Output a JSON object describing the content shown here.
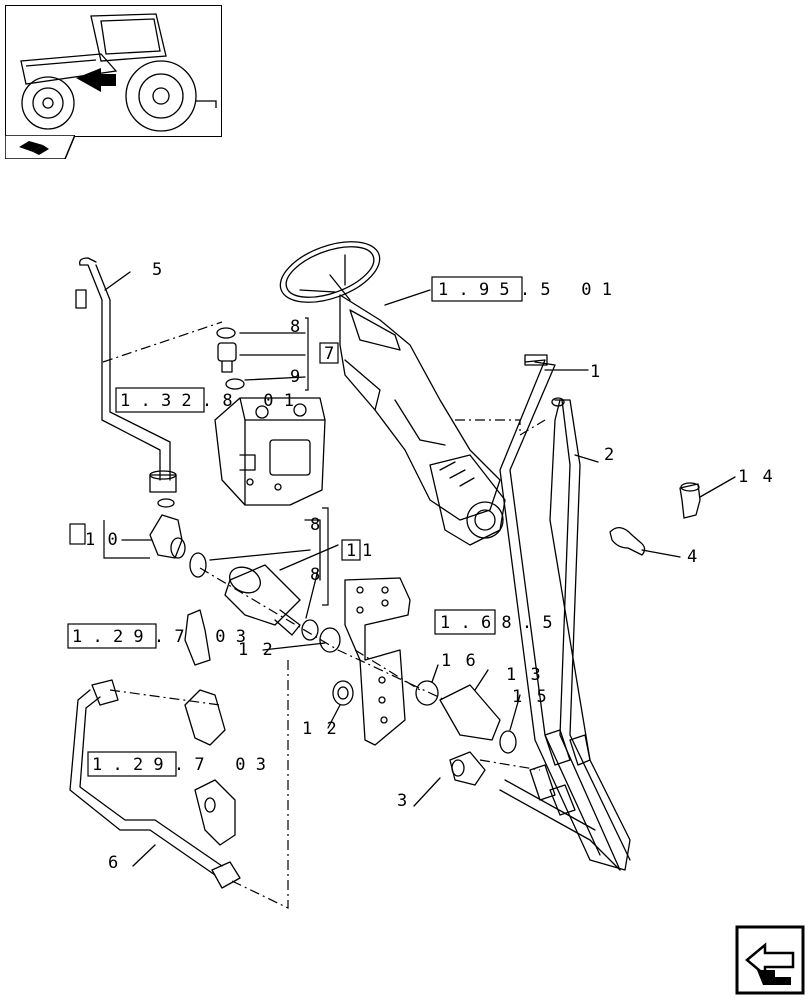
{
  "callouts": {
    "c1": "1",
    "c2": "2",
    "c3": "3",
    "c4": "4",
    "c5": "5",
    "c6": "6",
    "c7": "7",
    "c8a": "8",
    "c8b": "8",
    "c8c": "8",
    "c9": "9",
    "c10": "1 0",
    "c11": "1",
    "c11b": "1",
    "c12a": "1 2",
    "c12b": "1 2",
    "c13": "1 3",
    "c14": "1 4",
    "c15": "1 5",
    "c16": "1 6"
  },
  "references": {
    "r1": "1 . 9 5 . 5   0 1",
    "r2": "1 . 3 2 . 8   0 1",
    "r3": "1 . 6 8 . 5",
    "r4": "1 . 2 9 . 7   0 3",
    "r5": "1 . 2 9 . 7   0 3"
  }
}
